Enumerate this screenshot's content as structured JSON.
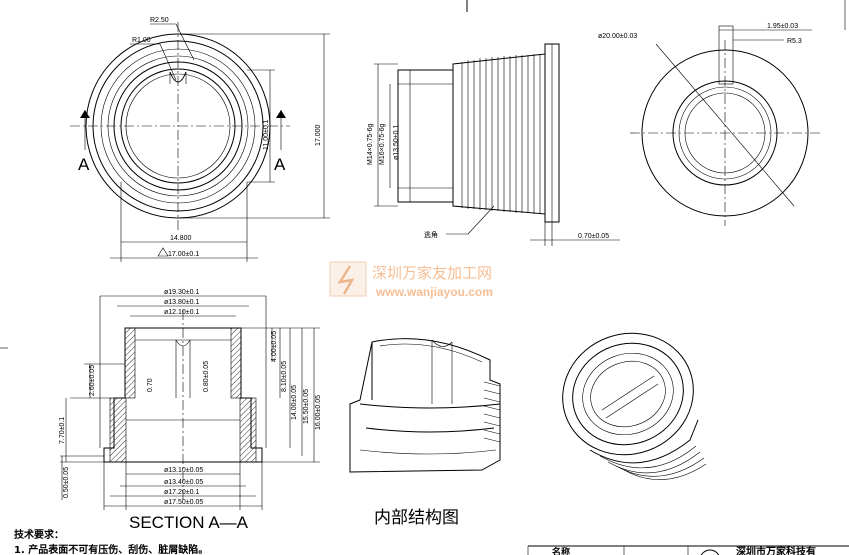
{
  "top_view": {
    "r_outer": "R2.50",
    "r_inner": "R1.00",
    "section_left": "A",
    "section_right": "A",
    "height_dim": "17.000",
    "inner_dim": "11.00±0.1",
    "width_dim": "14.800",
    "flag_dim": "17.00±0.1"
  },
  "side_view": {
    "thread_small": "M14×0.75-6g",
    "thread_large": "M16×0.75-6g",
    "bore": "ø13.50±0.1",
    "chamfer": "逃角",
    "flange_t": "0.70±0.05"
  },
  "end_view": {
    "dia": "ø20.00±0.03",
    "slot": "1.95±0.03",
    "radius": "R5.3"
  },
  "watermark": {
    "cn": "深圳万家友加工网",
    "url": "www.wanjiayou.com"
  },
  "section": {
    "d1": "ø19.30±0.1",
    "d2": "ø13.80±0.1",
    "d3": "ø12.10±0.1",
    "h1": "4.00±0.05",
    "h2": "8.10±0.05",
    "h3": "14.00±0.05",
    "h4": "15.50±0.05",
    "h5": "16.00±0.05",
    "left1": "2.60±0.05",
    "left2": "7.70±0.1",
    "left3": "0.50±0.05",
    "inner1": "0.70",
    "inner2": "0.80±0.05",
    "b1": "ø13.10±0.05",
    "b2": "ø13.40±0.05",
    "b3": "ø17.20±0.1",
    "b4": "ø17.50±0.05",
    "title": "SECTION A—A"
  },
  "structure_label": "内部结构图",
  "notes": {
    "heading": "技术要求：",
    "item1": "1. 产品表面不可有压伤、刮伤、脏屑缺陷。"
  },
  "title_block": {
    "left": "名称",
    "right": "深圳市万家科技有"
  }
}
